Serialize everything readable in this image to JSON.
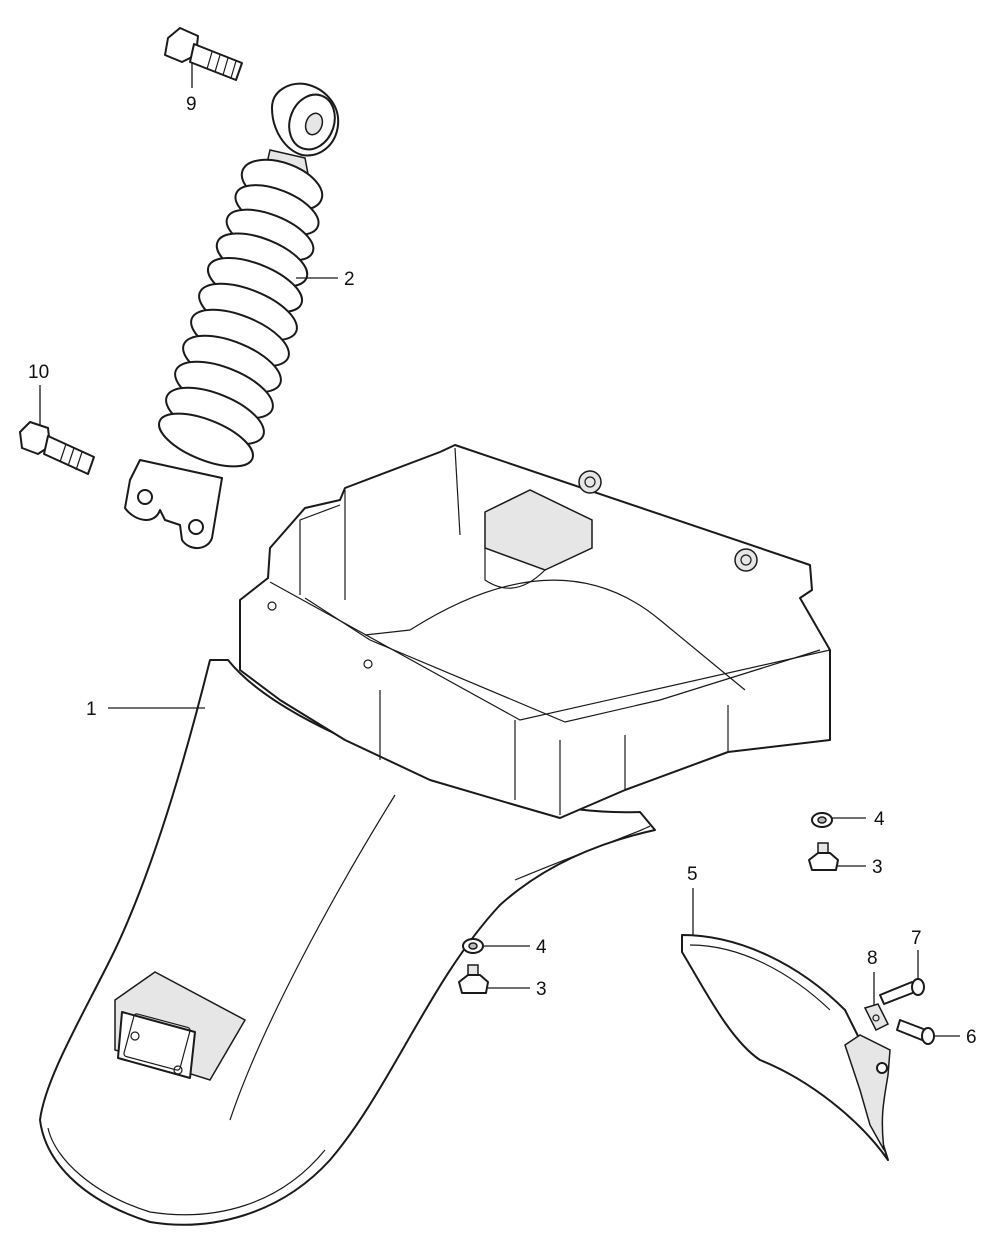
{
  "callouts": {
    "c1": "1",
    "c2": "2",
    "c3a": "3",
    "c3b": "3",
    "c4a": "4",
    "c4b": "4",
    "c5": "5",
    "c6": "6",
    "c7": "7",
    "c8": "8",
    "c9": "9",
    "c10": "10"
  },
  "colors": {
    "line": "#1a1a1a",
    "background": "#ffffff"
  }
}
